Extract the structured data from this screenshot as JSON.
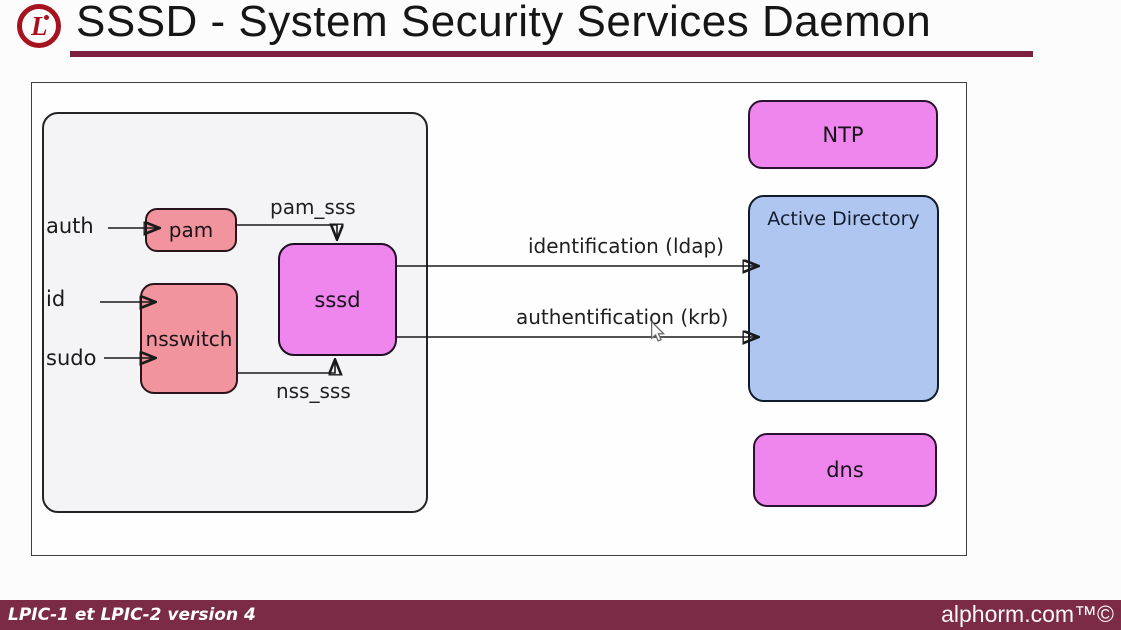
{
  "header": {
    "logo_letter": "L",
    "title": "SSSD - System Security Services Daemon"
  },
  "diagram": {
    "input_labels": {
      "auth": "auth",
      "id": "id",
      "sudo": "sudo"
    },
    "nodes": {
      "pam": "pam",
      "nsswitch": "nsswitch",
      "sssd": "sssd",
      "ntp": "NTP",
      "active_directory": "Active Directory",
      "dns": "dns"
    },
    "edge_labels": {
      "pam_sss": "pam_sss",
      "nss_sss": "nss_sss",
      "identification": "identification (ldap)",
      "authentification": "authentification (krb)"
    }
  },
  "footer": {
    "course": "LPIC-1 et LPIC-2 version 4",
    "brand": "alphorm.com™©"
  },
  "colors": {
    "salmon_box": "#F2949E",
    "violet_box": "#EE86EE",
    "blue_box": "#AEC6F0",
    "footer_bar": "#7B2B45",
    "title_underline": "#7C2040",
    "logo_red": "#A5131F"
  }
}
